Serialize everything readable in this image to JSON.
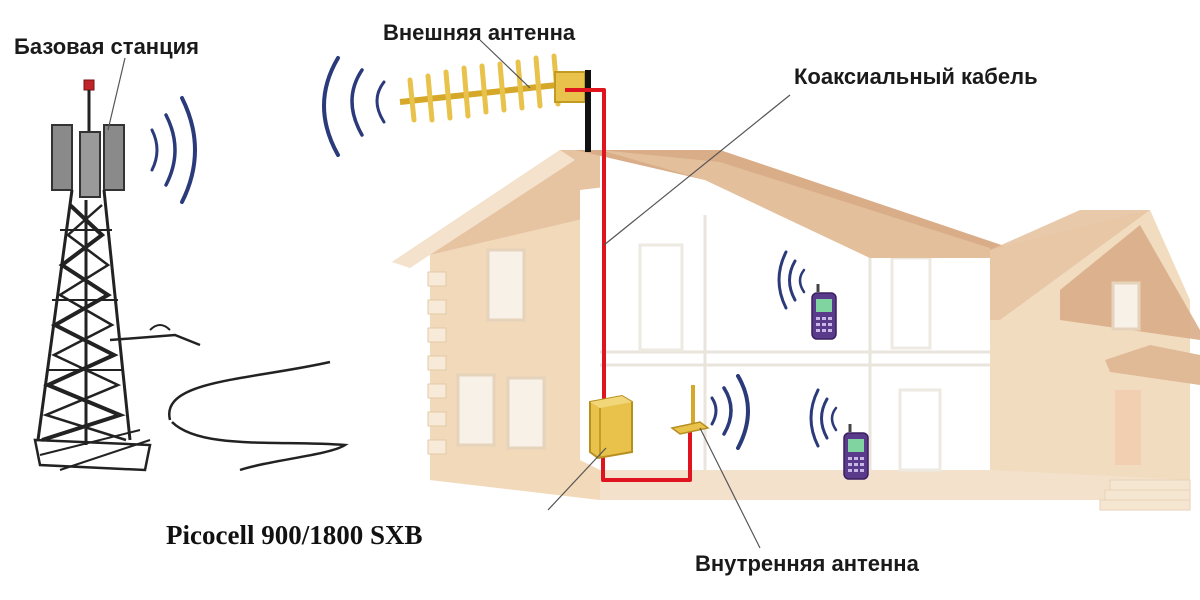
{
  "labels": {
    "base_station": "Базовая станция",
    "external_antenna": "Внешняя антенна",
    "coax_cable": "Коаксиальный кабель",
    "internal_antenna": "Внутренняя антенна",
    "model": "Picocell 900/1800 SXB"
  },
  "colors": {
    "cable": "#e0141e",
    "signal_waves": "#2b3a7a",
    "antenna": "#e8c24a",
    "wall": "#f1d8b8",
    "roof": "#d8ab86",
    "interior": "#ffffff",
    "phone": "#5a3a8a"
  }
}
